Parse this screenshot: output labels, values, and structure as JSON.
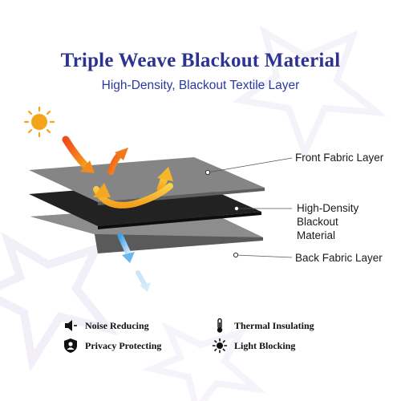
{
  "header": {
    "title": "Triple Weave Blackout Material",
    "subtitle": "High-Density, Blackout Textile Layer"
  },
  "layers": {
    "front": "Front Fabric Layer",
    "middle_line1": "High-Density",
    "middle_line2": "Blackout",
    "middle_line3": "Material",
    "back": "Back Fabric Layer"
  },
  "features": {
    "noise": "Noise Reducing",
    "privacy": "Privacy Protecting",
    "thermal": "Thermal Insulating",
    "light": "Light Blocking"
  },
  "colors": {
    "title": "#2c3391",
    "subtitle": "#2a3aa0",
    "front_layer": "#7b7b7b",
    "middle_layer": "#1e1e1e",
    "back_layer": "#8a8a8a",
    "sun": "#f4a418",
    "hot_arrow": "#f06a1c",
    "warm_arrow": "#f5a623",
    "cool_arrow": "#4aa6e8"
  },
  "icons": {
    "sun": "sun-icon",
    "noise": "speaker-mute-icon",
    "privacy": "shield-person-icon",
    "thermal": "thermometer-icon",
    "light": "sun-small-icon"
  }
}
